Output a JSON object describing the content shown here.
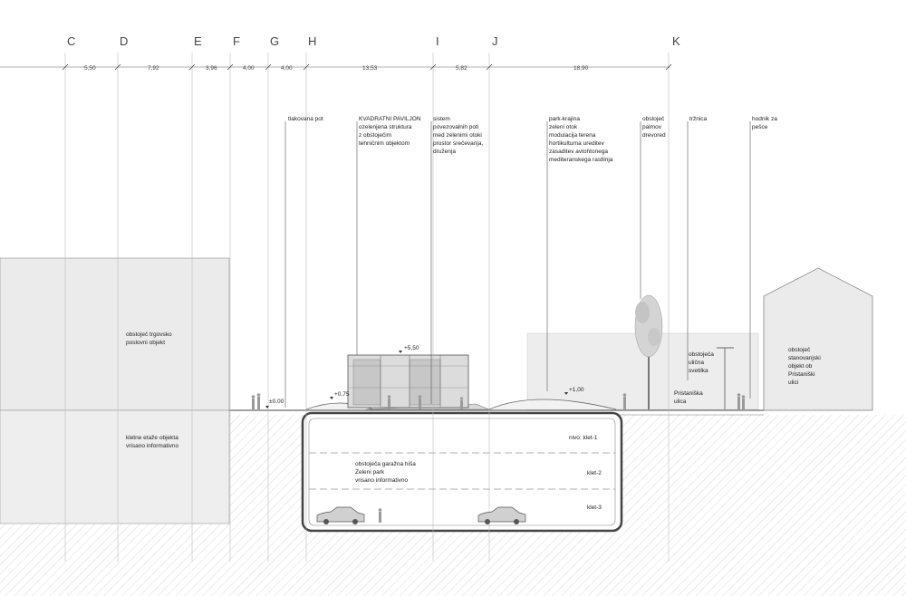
{
  "axes": [
    {
      "letter": "C"
    },
    {
      "letter": "D"
    },
    {
      "letter": "E"
    },
    {
      "letter": "F"
    },
    {
      "letter": "G"
    },
    {
      "letter": "H"
    },
    {
      "letter": "I"
    },
    {
      "letter": "J"
    },
    {
      "letter": "K"
    }
  ],
  "dimensions": [
    "5,50",
    "7,92",
    "3,96",
    "4,00",
    "4,00",
    "13,53",
    "5,82",
    "18,90"
  ],
  "annotations": {
    "tlakovana_pot": [
      "tlakovana pot"
    ],
    "paviljon": [
      "KVADRATNI PAVILJON",
      "ozelenjena struktura",
      "z obstoječim",
      "tehničnim objektom"
    ],
    "sistem": [
      "sistem",
      "povezovalnih poti",
      "med zelenimi otoki",
      "prostor srečevanja,",
      "druženja"
    ],
    "park": [
      "park-krajina",
      "zeleni otok",
      "modulacija terena",
      "hortikulturna ureditev",
      "zasaditev avtohtonega",
      "mediteranskega rastlinja"
    ],
    "palmov": [
      "obstoječ",
      "palmov",
      "drevored"
    ],
    "trznica": [
      "tržnica"
    ],
    "hodnik": [
      "hodnik za",
      "pešce"
    ],
    "trgovski": [
      "obstoječ trgovsko",
      "poslovni objekt"
    ],
    "kletne": [
      "kletne etaže objekta",
      "vrisano informativno"
    ],
    "svetilka": [
      "obstoječa",
      "ulična",
      "svetilka"
    ],
    "pristaniska": [
      "Pristaniška",
      "ulica"
    ],
    "stanovanjski": [
      "obstoječ",
      "stanovanjski",
      "objekt ob",
      "Pristaniški",
      "ulici"
    ],
    "garaza": [
      "obstoječa garažna hiša",
      "Zeleni park",
      "vrisano informativno"
    ]
  },
  "levels": {
    "zero": "±0.00",
    "pavilion_top": "+5,50",
    "mound": "+0,75",
    "park": "+1,00",
    "nivo_klet_1": "nivo: klet-1",
    "klet_2": "klet-2",
    "klet_3": "klet-3"
  }
}
